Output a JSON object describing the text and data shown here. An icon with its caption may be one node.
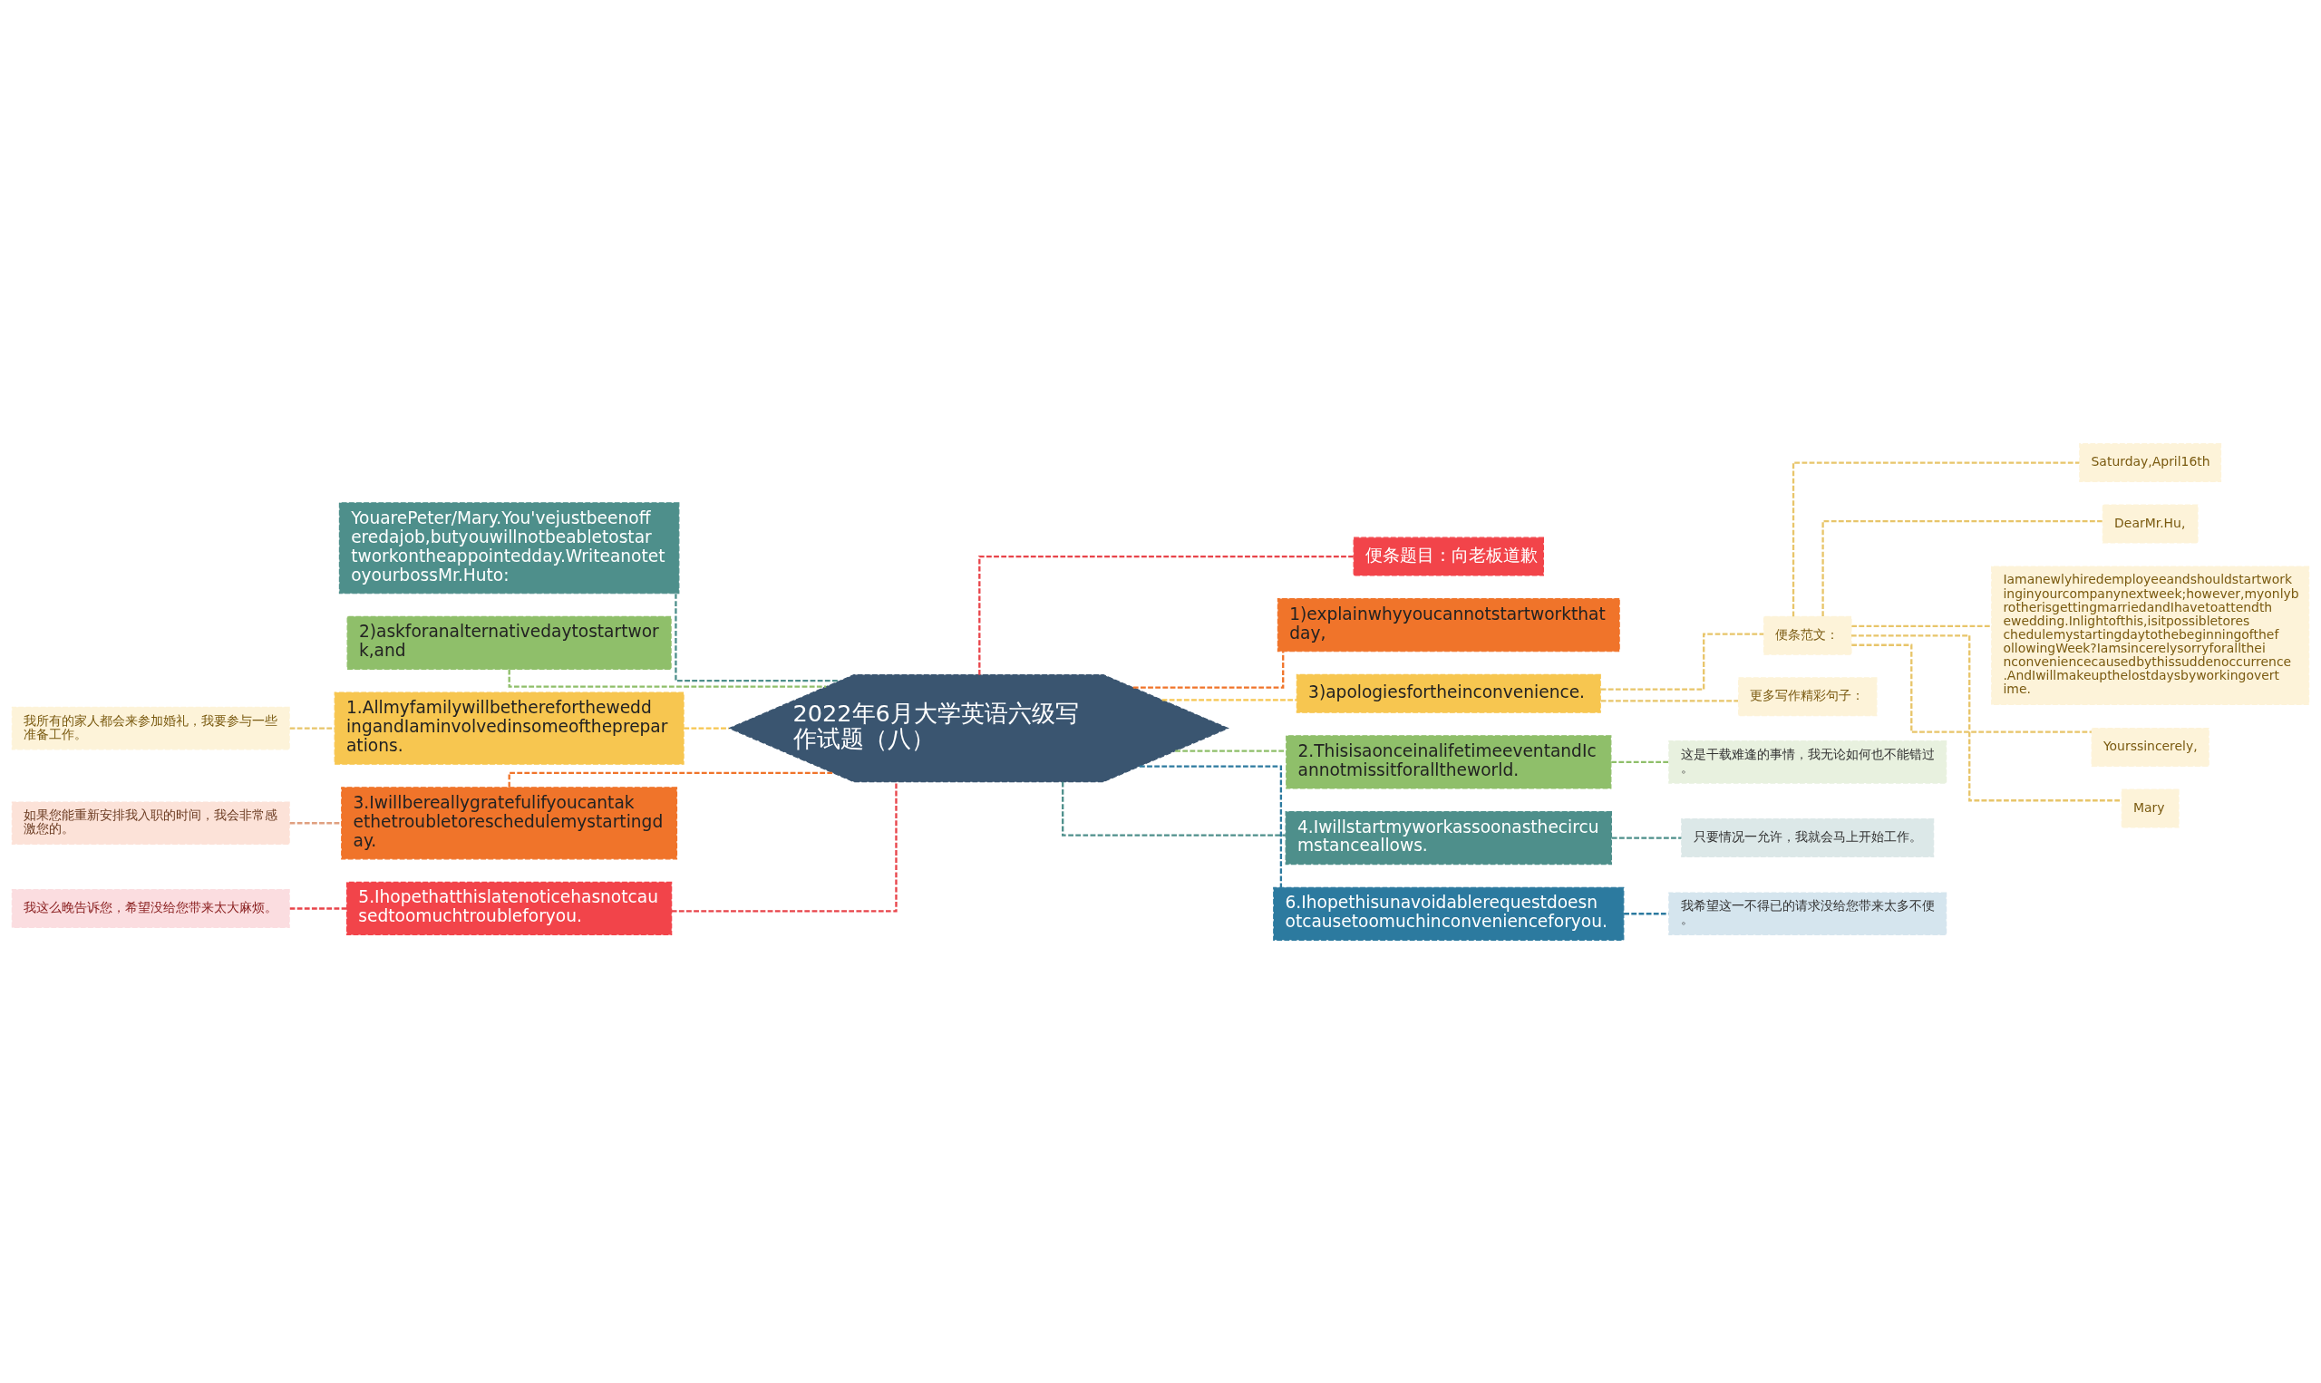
{
  "diagram": {
    "nodes": [
      {
        "text": [
          "2022年6月大学英语六级写作试题（八）"
        ]
      },
      {
        "text": [
          "YouarePeter/Mary.You'vejustbeenofferedajob,butyouwillnotbeabletostartworkontheappointedday.WriteanotetoyourbossMr.Huto:"
        ]
      },
      {
        "text": [
          "2)askforanalternativedaytostartwork,and"
        ]
      },
      {
        "text": [
          "1.AllmyfamilywillbetherefortheweddingandIaminvolvedinsomeofthepreparations."
        ]
      },
      {
        "text": [
          "我所有的家人都会来参加婚礼，我要参与一些准备工作。"
        ]
      },
      {
        "text": [
          "3.Iwillbereallygratefulifyoucantakethetroubletoreschedulemystartingday."
        ]
      },
      {
        "text": [
          "如果您能重新安排我入职的时间，我会非常感激您的。"
        ]
      },
      {
        "text": [
          "5.Ihopethatthislatenoticehasnotcausedtoomuchtroubleforyou."
        ]
      },
      {
        "text": [
          "我这么晚告诉您，希望没给您带来太大麻烦。"
        ]
      },
      {
        "text": [
          "便条题目：向老板道歉"
        ]
      },
      {
        "text": [
          "1)explainwhyyoucannotstartworkthatday,"
        ]
      },
      {
        "text": [
          "3)apologiesfortheinconvenience."
        ]
      },
      {
        "text": [
          "便条范文："
        ]
      },
      {
        "text": [
          "Saturday,April16th"
        ]
      },
      {
        "text": [
          "DearMr.Hu,"
        ]
      },
      {
        "text": [
          "Iamanewlyhiredemployeeandshouldstartworkinginyourcompanynextweek;however,myonlybrotherisgettingmarriedandIhavetoattendthewedding.Inlightofthis,isitpossibletoreschedulemystartingdaytothebeginningofthefollowingWeek?Iamsincerelysorryforalltheinconveniencecausedbythissuddenoccurrence.AndIwillmakeupthelostdaysbyworkingovertime."
        ]
      },
      {
        "text": [
          "Yourssincerely,"
        ]
      },
      {
        "text": [
          "Mary"
        ]
      },
      {
        "text": [
          "更多写作精彩句子："
        ]
      },
      {
        "text": [
          "2.ThisisaonceinalifetimeeventandIcannotmissitforalltheworld."
        ]
      },
      {
        "text": [
          "这是干载难逢的事情，我无论如何也不能错过。"
        ]
      },
      {
        "text": [
          "4.Iwillstartmyworkassoonasthecircumstanceallows."
        ]
      },
      {
        "text": [
          "只要情况一允许，我就会马上开始工作。"
        ]
      },
      {
        "text": [
          "6.Ihopethisunavoidablerequestdoesnotcausetoomuchinconvenienceforyou."
        ]
      },
      {
        "text": [
          "我希望这一不得已的请求没给您带来太多不便。"
        ]
      }
    ],
    "edges": [
      {
        "from": 0,
        "to": 1,
        "arrow": "none",
        "style": "dashed",
        "color": "#4e8f8b"
      },
      {
        "from": 0,
        "to": 2,
        "arrow": "none",
        "style": "dashed",
        "color": "#8fbf6a"
      },
      {
        "from": 0,
        "to": 3,
        "arrow": "none",
        "style": "dashed",
        "color": "#f7c650"
      },
      {
        "from": 3,
        "to": 4,
        "arrow": "none",
        "style": "dashed",
        "color": "#e8c56a"
      },
      {
        "from": 0,
        "to": 5,
        "arrow": "none",
        "style": "dashed",
        "color": "#f0742a"
      },
      {
        "from": 5,
        "to": 6,
        "arrow": "none",
        "style": "dashed",
        "color": "#e0a080"
      },
      {
        "from": 0,
        "to": 7,
        "arrow": "none",
        "style": "dashed",
        "color": "#e8444a"
      },
      {
        "from": 7,
        "to": 8,
        "arrow": "none",
        "style": "dashed",
        "color": "#e8444a"
      },
      {
        "from": 0,
        "to": 9,
        "arrow": "none",
        "style": "dashed",
        "color": "#e8444a"
      },
      {
        "from": 0,
        "to": 10,
        "arrow": "none",
        "style": "dashed",
        "color": "#f0742a"
      },
      {
        "from": 0,
        "to": 11,
        "arrow": "none",
        "style": "dashed",
        "color": "#f7c650"
      },
      {
        "from": 11,
        "to": 12,
        "arrow": "none",
        "style": "dashed",
        "color": "#e8c56a"
      },
      {
        "from": 12,
        "to": 13,
        "arrow": "none",
        "style": "dashed",
        "color": "#e8c56a"
      },
      {
        "from": 12,
        "to": 14,
        "arrow": "none",
        "style": "dashed",
        "color": "#e8c56a"
      },
      {
        "from": 12,
        "to": 15,
        "arrow": "none",
        "style": "dashed",
        "color": "#e8c56a"
      },
      {
        "from": 12,
        "to": 16,
        "arrow": "none",
        "style": "dashed",
        "color": "#e8c56a"
      },
      {
        "from": 12,
        "to": 17,
        "arrow": "none",
        "style": "dashed",
        "color": "#e8c56a"
      },
      {
        "from": 11,
        "to": 18,
        "arrow": "none",
        "style": "dashed",
        "color": "#e8c56a"
      },
      {
        "from": 0,
        "to": 19,
        "arrow": "none",
        "style": "dashed",
        "color": "#8fbf6a"
      },
      {
        "from": 19,
        "to": 20,
        "arrow": "none",
        "style": "dashed",
        "color": "#8fbf6a"
      },
      {
        "from": 0,
        "to": 21,
        "arrow": "none",
        "style": "dashed",
        "color": "#4e8f8b"
      },
      {
        "from": 21,
        "to": 22,
        "arrow": "none",
        "style": "dashed",
        "color": "#4e8f8b"
      },
      {
        "from": 0,
        "to": 23,
        "arrow": "none",
        "style": "dashed",
        "color": "#2c7a9f"
      },
      {
        "from": 23,
        "to": 24,
        "arrow": "none",
        "style": "dashed",
        "color": "#2c7a9f"
      }
    ]
  }
}
